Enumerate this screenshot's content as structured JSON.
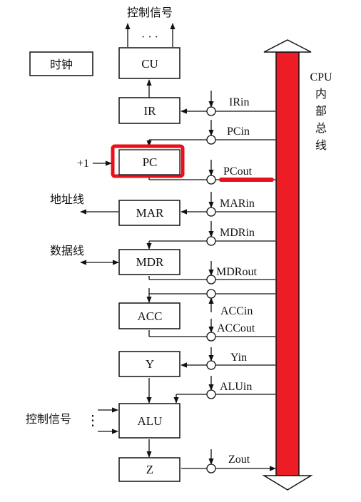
{
  "diagram": {
    "top_control_label": "控制信号",
    "top_dots": "· · ·",
    "clock_label": "时钟",
    "bus_label": [
      "CPU",
      "内",
      "部",
      "总",
      "线"
    ],
    "plus_one_label": "+1",
    "address_line_label": "地址线",
    "data_line_label": "数据线",
    "alu_control_label": "控制信号",
    "alu_control_dots": "⋮",
    "registers": {
      "cu": "CU",
      "ir": "IR",
      "pc": "PC",
      "mar": "MAR",
      "mdr": "MDR",
      "acc": "ACC",
      "y": "Y",
      "alu": "ALU",
      "z": "Z"
    },
    "signals": {
      "irin": "IRin",
      "pcin": "PCin",
      "pcout": "PCout",
      "marin": "MARin",
      "mdrin": "MDRin",
      "mdrout": "MDRout",
      "accin": "ACCin",
      "accout": "ACCout",
      "yin": "Yin",
      "aluin": "ALUin",
      "zout": "Zout"
    },
    "colors": {
      "bus_fill": "#ee1c25",
      "highlight": "#e8101a",
      "line": "#111111"
    }
  }
}
